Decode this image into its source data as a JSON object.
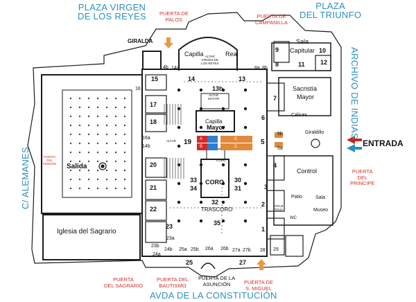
{
  "streets": {
    "north_left": [
      "PLAZA VIRGEN",
      "DE LOS REYES"
    ],
    "north_right": [
      "PLAZA",
      "DEL TRIUNFO"
    ],
    "east": "ARCHIVO DE INDIAS",
    "west": "C/ ALEMANES",
    "south": "AVDA DE LA CONSTITUCIÓN"
  },
  "doors": {
    "palos": [
      "PUERTA DE",
      "PALOS"
    ],
    "campanilla": [
      "PUERTA DE",
      "CAMPANILLA"
    ],
    "principe": [
      "PUERTA",
      "DEL",
      "PRINCIPE"
    ],
    "sagrario": [
      "PUERTA",
      "DEL SAGRARIO"
    ],
    "bautismo": [
      "PUERTA DEL",
      "BAUTISMO"
    ],
    "asuncion": [
      "PUERTA DE LA",
      "ASUNCIÓN"
    ],
    "miguel": [
      "PUERTA DE",
      "S. MIGUEL"
    ],
    "perdon": [
      "PUERTA",
      "DEL",
      "PERDÓN"
    ]
  },
  "places": {
    "giralda": "GIRALDA",
    "capilla_real_1": "Capilla",
    "capilla_real_2": "Real",
    "altar_virgen": [
      "ALTAR",
      "VIRGEN DE",
      "LOS REYES"
    ],
    "sala_capitular_1": "Sala",
    "sala_capitular_2": "Capitular",
    "sacristia_1": "Sacristía",
    "sacristia_2": "Mayor",
    "calices": "Cálices",
    "giraldillo": "Giraldillo",
    "entrada": "ENTRADA",
    "control": "Control",
    "sala_museo_1": "Sala",
    "sala_museo_2": "Museo",
    "patio": "Patio",
    "cruz_roja": [
      "CRUZ",
      "ROJA"
    ],
    "wc": "WC",
    "capilla_mayor_1": "Capilla",
    "capilla_mayor_2": "Mayor",
    "altar_mayor": [
      "ALTAR",
      "MAYOR"
    ],
    "coro": "CORO",
    "coro_small": "CORO",
    "trascoro": "TRASCORO",
    "salida": "Salida",
    "iglesia_sagrario": "Iglesia del Sagrario",
    "altar_small": "ALTAR",
    "corridor_c": "C",
    "corridor_a": "A",
    "corridor_b": "B"
  },
  "rooms": {
    "r1": "1",
    "r2": "2",
    "r3": "3",
    "r4": "4",
    "r5": "5",
    "r5a": "5a",
    "r5b": "5b",
    "r6": "6",
    "r7": "7",
    "r8": "8",
    "r8a": "8a",
    "r8b": "8b",
    "r9": "9",
    "r10": "10",
    "r11": "11",
    "r12": "12",
    "r13": "13",
    "r13b": "13b",
    "r14": "14",
    "r14a": "14a",
    "r14b": "14b",
    "r4b": "4b",
    "r15": "15",
    "r16": "16",
    "r16a": "16a",
    "r17": "17",
    "r18": "18",
    "r19": "19",
    "r20": "20",
    "r21": "21",
    "r22": "22",
    "r23": "23",
    "r23a": "23a",
    "r23b": "23b",
    "r24a": "24a",
    "r24b": "24b",
    "r25": "25",
    "r25a": "25a",
    "r25b": "25b",
    "r26a": "26a",
    "r26b": "26b",
    "r27": "27",
    "r27a": "27a",
    "r27b": "27b",
    "r28": "28",
    "r29": "29",
    "r30": "30",
    "r31": "31",
    "r32": "32",
    "r33": "33",
    "r34": "34",
    "r35": "35"
  },
  "colors": {
    "walls": "#1a1a1a",
    "street_label": "#2a8fbf",
    "door_label": "#d2302a",
    "arrow_red": "#c8271f",
    "arrow_blue": "#2a8fbf",
    "route_red": "#d02a2a",
    "route_blue": "#2f7fd0",
    "route_orange": "#e08a3a",
    "door_arrow": "#e89a3c"
  }
}
